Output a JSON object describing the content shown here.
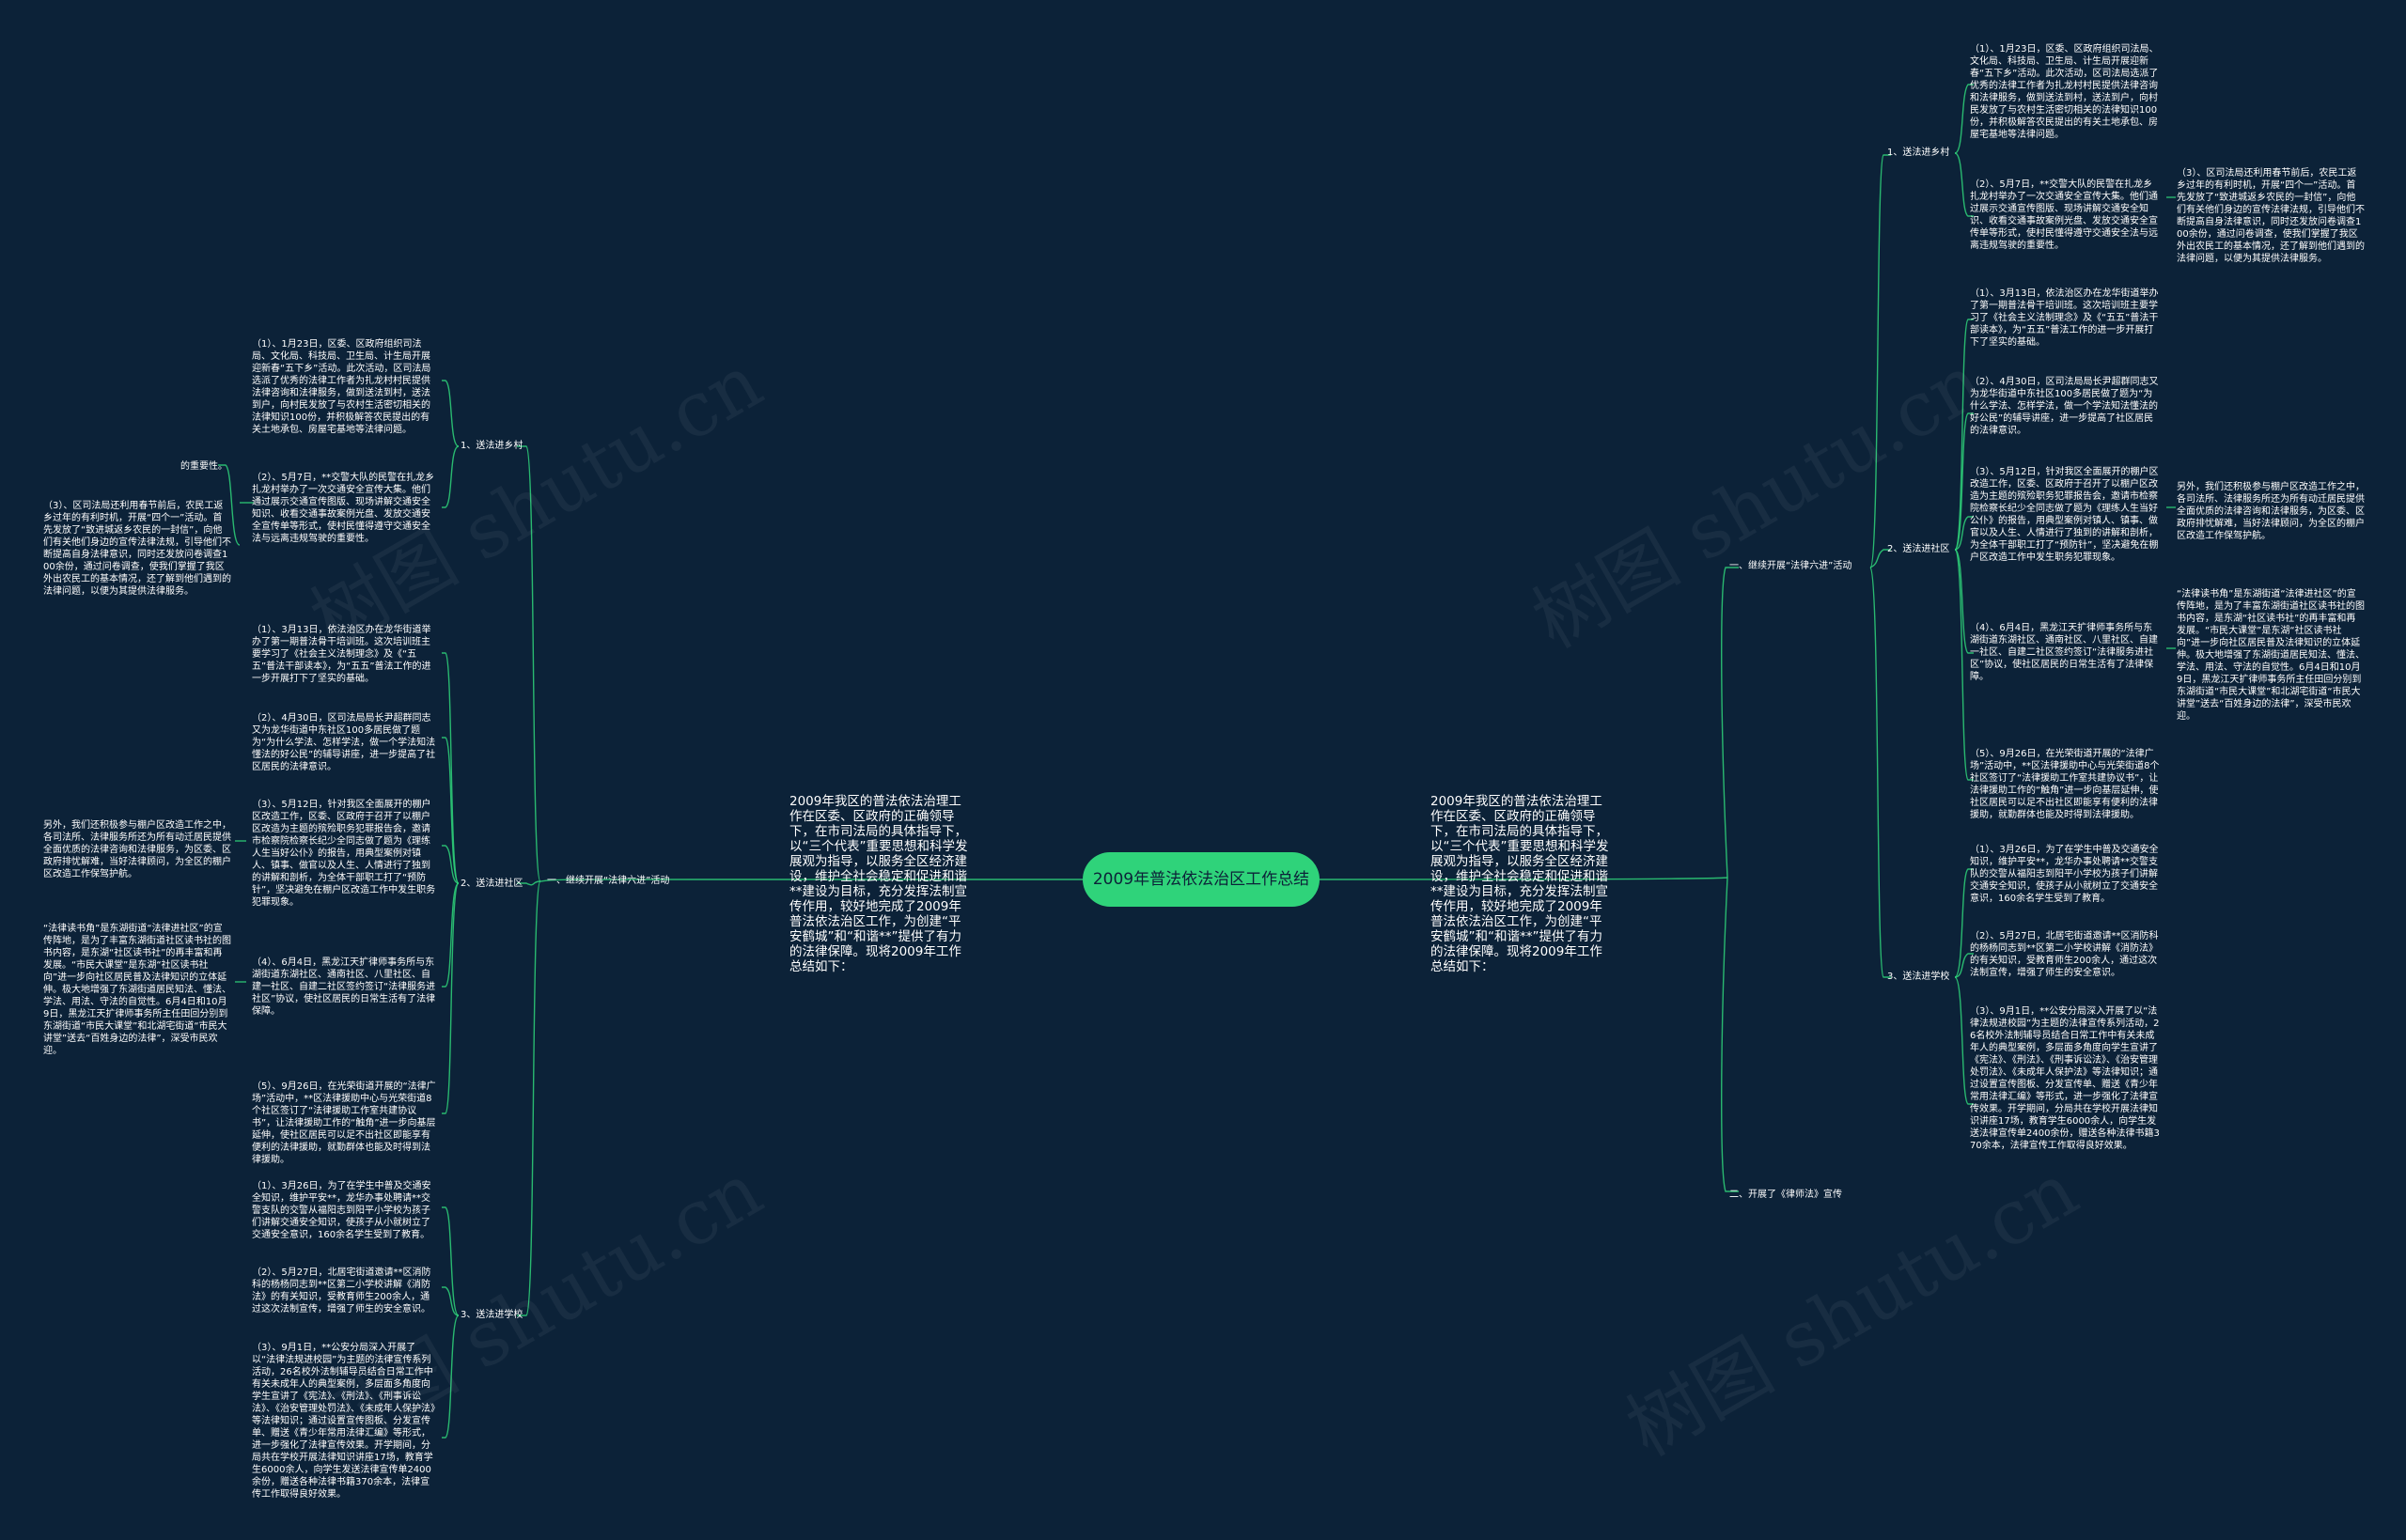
{
  "root": "2009年普法依法治区工作总结",
  "intro": "2009年我区的普法依法治理工作在区委、区政府的正确领导下，在市司法局的具体指导下，以“三个代表”重要思想和科学发展观为指导，以服务全区经济建设，维护全社会稳定和促进和谐**建设为目标，充分发挥法制宣传作用，较好地完成了2009年普法依法治区工作，为创建“平安鹤城”和“和谐**”提供了有力的法律保障。现将2009年工作总结如下：",
  "branch1": "一、继续开展“法律六进”活动",
  "branch2": "二、开展了《律师法》宣传",
  "subs": {
    "s1": "1、送法进乡村",
    "s2": "2、送法进社区",
    "s3": "3、送法进学校"
  },
  "leaves": {
    "c1": "（1）、1月23日，区委、区政府组织司法局、文化局、科技局、卫生局、计生局开展迎新春“五下乡”活动。此次活动，区司法局选派了优秀的法律工作者为扎龙村村民提供法律咨询和法律服务，做到送法到村，送法到户，向村民发放了与农村生活密切相关的法律知识100份，并积极解答农民提出的有关土地承包、房屋宅基地等法律问题。",
    "c2": "（2）、5月7日，**交警大队的民警在扎龙乡扎龙村举办了一次交通安全宣传大集。他们通过展示交通宣传图版、现场讲解交通安全知识、收看交通事故案例光盘、发放交通安全宣传单等形式，使村民懂得遵守交通安全法与远离违规驾驶的重要性。",
    "c3": "（3）、区司法局还利用春节前后，农民工返乡过年的有利时机，开展“四个一”活动。首先发放了“致进城返乡农民的一封信”，向他们有关他们身边的宣传法律法规，引导他们不断提高自身法律意识，同时还发放问卷调查100余份，通过问卷调查，使我们掌握了我区外出农民工的基本情况，还了解到他们遇到的法律问题，以便为其提供法律服务。",
    "c4": "（1）、3月13日，依法治区办在龙华街道举办了第一期普法骨干培训班。这次培训班主要学习了《社会主义法制理念》及《“五五”普法干部读本》，为“五五”普法工作的进一步开展打下了坚实的基础。",
    "c5": "（2）、4月30日，区司法局局长尹超群同志又为龙华街道中东社区100多居民做了题为“为什么学法、怎样学法，做一个学法知法懂法的好公民”的辅导讲座，进一步提高了社区居民的法律意识。",
    "c6": "（3）、5月12日，针对我区全面展开的棚户区改造工作，区委、区政府于召开了以棚户区改造为主题的殡殓职务犯罪报告会，邀请市检察院检察长纪少全同志做了题为《理练人生当好公仆》的报告，用典型案例对镇人、镇事、做官以及人生、人情进行了独到的讲解和剖析，为全体干部职工打了“预防针”，坚决避免在棚户区改造工作中发生职务犯罪现象。",
    "c7": "另外，我们还积极参与棚户区改造工作之中，各司法所、法律服务所还为所有动迁居民提供全面优质的法律咨询和法律服务，为区委、区政府排忧解难，当好法律顾问，为全区的棚户区改造工作保驾护航。",
    "c8": "（4）、6月4日，黑龙江天扩律师事务所与东湖街道东湖社区、通南社区、八里社区、自建一社区、自建二社区签约签订“法律服务进社区”协议，使社区居民的日常生活有了法律保障。",
    "c9": "“法律读书角”是东湖街道“法律进社区”的宣传阵地，是为了丰富东湖街道社区读书社的图书内容，是东湖“社区读书社”的再丰富和再发展。“市民大课堂”是东湖“社区读书社向”进一步向社区居民普及法律知识的立体延伸。极大地增强了东湖街道居民知法、懂法、学法、用法、守法的自觉性。6月4日和10月9日，黑龙江天扩律师事务所主任田回分别到东湖街道“市民大课堂”和北湖宅街道“市民大讲堂”送去“百姓身边的法律”，深受市民欢迎。",
    "c10": "（5）、9月26日，在光荣街道开展的“法律广场”活动中，**区法律援助中心与光荣街道8个社区签订了“法律援助工作室共建协议书”，让法律援助工作的“触角”进一步向基层延伸，使社区居民可以足不出社区即能享有便利的法律援助，就勤群体也能及时得到法律援助。",
    "c11": "（1）、3月26日，为了在学生中普及交通安全知识，维护平安**，龙华办事处聘请**交警支队的交警从福阳志到阳平小学校为孩子们讲解交通安全知识，使孩子从小就树立了交通安全意识，160余名学生受到了教育。",
    "c12": "（2）、5月27日，北居宅街道邀请**区消防科的杨杨同志到**区第二小学校讲解《消防法》的有关知识，受教育师生200余人，通过这次法制宣传，增强了师生的安全意识。",
    "c13": "（3）、9月1日，**公安分局深入开展了以“法律法规进校园”为主题的法律宣传系列活动，26名校外法制辅导员结合日常工作中有关未成年人的典型案例，多层面多角度向学生宣讲了《宪法》、《刑法》、《刑事诉讼法》、《治安管理处罚法》、《未成年人保护法》等法律知识；通过设置宣传图板、分发宣传单、赠送《青少年常用法律汇编》等形式，进一步强化了法律宣传效果。开学期间，分局共在学校开展法律知识讲座17场，教育学生6000余人，向学生发送法律宣传单2400余份，赠送各种法律书籍370余本，法律宣传工作取得良好效果。",
    "c14": "的重要性。"
  },
  "watermark": "树图 shutu.cn",
  "colors": {
    "background": "#0c2238",
    "root": "#2fd37a",
    "line": "#2fd37a",
    "text": "#ffffff"
  }
}
